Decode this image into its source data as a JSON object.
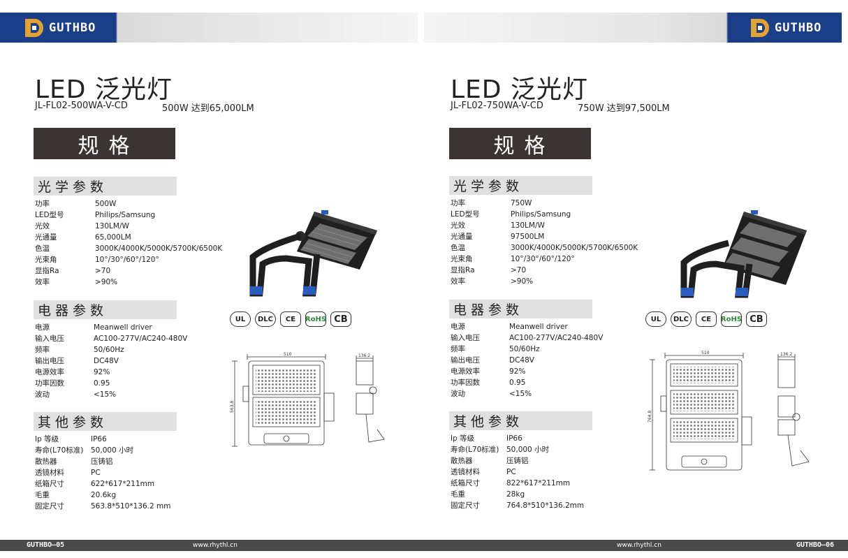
{
  "brand": {
    "name": "GUTHBO",
    "color": "#1a3f88",
    "accent": "#e3a12f"
  },
  "footer_url": "www.rhythl.cn",
  "pages": [
    {
      "title": "LED  泛光灯",
      "model": "JL-FL02-500WA-V-CD",
      "tagline": "500W 达到65,000LM",
      "spec_label": "规格",
      "page_number": "GUTHBO—05",
      "sections": {
        "optical": {
          "title": "光学参数",
          "rows": [
            {
              "k": "功率",
              "v": "500W"
            },
            {
              "k": "LED型号",
              "v": "Philips/Samsung"
            },
            {
              "k": "光效",
              "v": "130LM/W"
            },
            {
              "k": "光通量",
              "v": "65,000LM"
            },
            {
              "k": "色温",
              "v": "3000K/4000K/5000K/5700K/6500K"
            },
            {
              "k": "光束角",
              "v": "10°/30°/60°/120°"
            },
            {
              "k": "显指Ra",
              "v": ">70"
            },
            {
              "k": "效率",
              "v": ">90%"
            }
          ]
        },
        "electrical": {
          "title": "电器参数",
          "rows": [
            {
              "k": "电源",
              "v": "Meanwell driver"
            },
            {
              "k": "输入电压",
              "v": "AC100-277V/AC240-480V"
            },
            {
              "k": "频率",
              "v": "50/60Hz"
            },
            {
              "k": "输出电压",
              "v": "DC48V"
            },
            {
              "k": "电源效率",
              "v": "92%"
            },
            {
              "k": "功率因数",
              "v": "0.95"
            },
            {
              "k": "波动",
              "v": "<15%"
            }
          ]
        },
        "other": {
          "title": "其他参数",
          "rows": [
            {
              "k": "Ip 等级",
              "v": "IP66"
            },
            {
              "k": "寿命(L70标准)",
              "v": "50,000 小时"
            },
            {
              "k": "散热器",
              "v": "压铸铝"
            },
            {
              "k": "透镜材料",
              "v": "PC"
            },
            {
              "k": "纸箱尺寸",
              "v": "622*617*211mm"
            },
            {
              "k": "毛重",
              "v": "20.6kg"
            },
            {
              "k": "固定尺寸",
              "v": "563.8*510*136.2 mm"
            }
          ]
        }
      },
      "dims": {
        "width": "510",
        "height": "563.8",
        "depth": "136.2"
      }
    },
    {
      "title": "LED  泛光灯",
      "model": "JL-FL02-750WA-V-CD",
      "tagline": "750W 达到97,500LM",
      "spec_label": "规格",
      "page_number": "GUTHBO—06",
      "sections": {
        "optical": {
          "title": "光学参数",
          "rows": [
            {
              "k": "功率",
              "v": "750W"
            },
            {
              "k": "LED型号",
              "v": "Philips/Samsung"
            },
            {
              "k": "光效",
              "v": "130LM/W"
            },
            {
              "k": "光通量",
              "v": "97500LM"
            },
            {
              "k": "色温",
              "v": "3000K/4000K/5000K/5700K/6500K"
            },
            {
              "k": "光束角",
              "v": "10°/30°/60°/120°"
            },
            {
              "k": "显指Ra",
              "v": ">70"
            },
            {
              "k": "效率",
              "v": ">90%"
            }
          ]
        },
        "electrical": {
          "title": "电器参数",
          "rows": [
            {
              "k": "电源",
              "v": "Meanwell driver"
            },
            {
              "k": "输入电压",
              "v": "AC100-277V/AC240-480V"
            },
            {
              "k": "频率",
              "v": "50/60Hz"
            },
            {
              "k": "输出电压",
              "v": "DC48V"
            },
            {
              "k": "电源效率",
              "v": "92%"
            },
            {
              "k": "功率因数",
              "v": "0.95"
            },
            {
              "k": "波动",
              "v": "<15%"
            }
          ]
        },
        "other": {
          "title": "其他参数",
          "rows": [
            {
              "k": "Ip 等级",
              "v": "IP66"
            },
            {
              "k": "寿命(L70标准)",
              "v": "50,000 小时"
            },
            {
              "k": "散热器",
              "v": "压铸铝"
            },
            {
              "k": "透镜材料",
              "v": "PC"
            },
            {
              "k": "纸箱尺寸",
              "v": "822*617*211mm"
            },
            {
              "k": "毛重",
              "v": "28kg"
            },
            {
              "k": "固定尺寸",
              "v": "764.8*510*136.2mm"
            }
          ]
        }
      },
      "dims": {
        "width": "510",
        "height": "764.8",
        "depth": "136.2"
      }
    }
  ],
  "certifications": [
    {
      "name": "UL",
      "icon": "ul-listed-icon"
    },
    {
      "name": "DLC",
      "icon": "dlc-icon"
    },
    {
      "name": "CE",
      "icon": "ce-icon"
    },
    {
      "name": "RoHS",
      "icon": "rohs-icon"
    },
    {
      "name": "CB",
      "icon": "cb-icon"
    }
  ]
}
